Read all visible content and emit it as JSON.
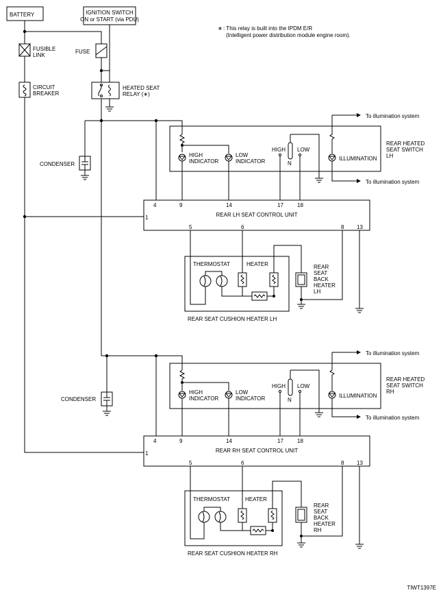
{
  "note": {
    "star": "∗",
    "line1": ": This relay is built into the IPDM E/R",
    "line2": "(Intelligent power distribution module engine room)."
  },
  "power": {
    "battery": "BATTERY",
    "ignition_line1": "IGNITION SWITCH",
    "ignition_line2": "ON or START (via PDU)",
    "fusible_link_1": "FUSIBLE",
    "fusible_link_2": "LINK",
    "fuse": "FUSE",
    "circuit_breaker_1": "CIRCUIT",
    "circuit_breaker_2": "BREAKER",
    "relay_1": "HEATED SEAT",
    "relay_2": "RELAY (∗)"
  },
  "lh": {
    "condenser": "CONDENSER",
    "illum_top": "To illumination system",
    "illum_bottom": "To illumination system",
    "switch_1": "REAR HEATED",
    "switch_2": "SEAT SWITCH",
    "switch_3": "LH",
    "high_ind_1": "HIGH",
    "high_ind_2": "INDICATOR",
    "low_ind_1": "LOW",
    "low_ind_2": "INDICATOR",
    "high": "HIGH",
    "low": "LOW",
    "n": "N",
    "illumination": "ILLUMINATION",
    "unit": "REAR LH SEAT CONTROL UNIT",
    "pins_top": [
      "4",
      "9",
      "14",
      "17",
      "18"
    ],
    "pin_1": "1",
    "pins_bottom": [
      "5",
      "6",
      "8",
      "13"
    ],
    "thermostat": "THERMOSTAT",
    "heater": "HEATER",
    "back_1": "REAR",
    "back_2": "SEAT",
    "back_3": "BACK",
    "back_4": "HEATER",
    "back_5": "LH",
    "cushion": "REAR SEAT CUSHION HEATER LH"
  },
  "rh": {
    "condenser": "CONDENSER",
    "illum_top": "To illumination system",
    "illum_bottom": "To illumination system",
    "switch_1": "REAR HEATED",
    "switch_2": "SEAT SWITCH",
    "switch_3": "RH",
    "high_ind_1": "HIGH",
    "high_ind_2": "INDICATOR",
    "low_ind_1": "LOW",
    "low_ind_2": "INDICATOR",
    "high": "HIGH",
    "low": "LOW",
    "n": "N",
    "illumination": "ILLUMINATION",
    "unit": "REAR RH SEAT CONTROL UNIT",
    "pins_top": [
      "4",
      "9",
      "14",
      "17",
      "18"
    ],
    "pin_1": "1",
    "pins_bottom": [
      "5",
      "6",
      "8",
      "13"
    ],
    "thermostat": "THERMOSTAT",
    "heater": "HEATER",
    "back_1": "REAR",
    "back_2": "SEAT",
    "back_3": "BACK",
    "back_4": "HEATER",
    "back_5": "RH",
    "cushion": "REAR SEAT CUSHION HEATER RH"
  },
  "figure_id": "TIWT1397E"
}
